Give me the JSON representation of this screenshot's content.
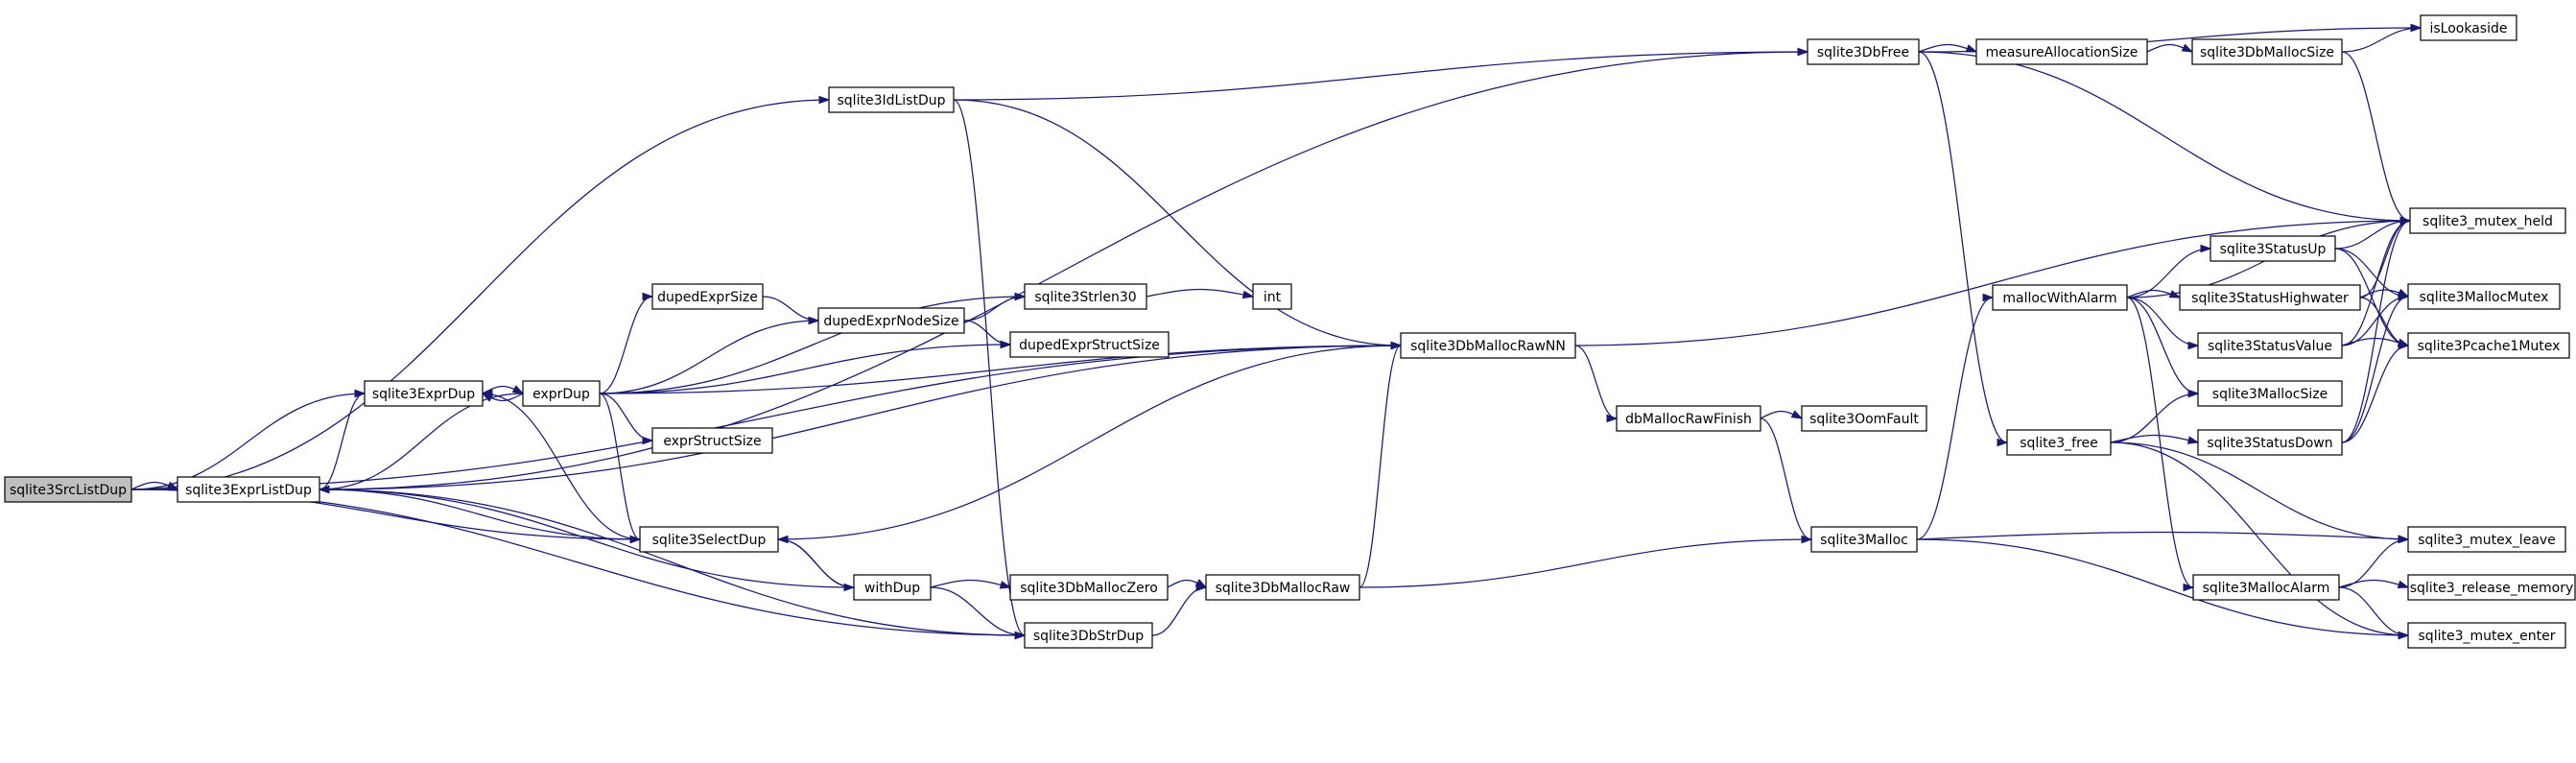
{
  "diagram": {
    "nodes": [
      {
        "id": "sqlite3SrcListDup",
        "label": "sqlite3SrcListDup",
        "root": true
      },
      {
        "id": "sqlite3ExprListDup",
        "label": "sqlite3ExprListDup"
      },
      {
        "id": "sqlite3ExprDup",
        "label": "sqlite3ExprDup"
      },
      {
        "id": "exprDup",
        "label": "exprDup"
      },
      {
        "id": "dupedExprSize",
        "label": "dupedExprSize"
      },
      {
        "id": "dupedExprNodeSize",
        "label": "dupedExprNodeSize"
      },
      {
        "id": "sqlite3Strlen30",
        "label": "sqlite3Strlen30"
      },
      {
        "id": "int",
        "label": "int"
      },
      {
        "id": "dupedExprStructSize",
        "label": "dupedExprStructSize"
      },
      {
        "id": "exprStructSize",
        "label": "exprStructSize"
      },
      {
        "id": "sqlite3SelectDup",
        "label": "sqlite3SelectDup"
      },
      {
        "id": "withDup",
        "label": "withDup"
      },
      {
        "id": "sqlite3DbMallocZero",
        "label": "sqlite3DbMallocZero"
      },
      {
        "id": "sqlite3DbStrDup",
        "label": "sqlite3DbStrDup"
      },
      {
        "id": "sqlite3DbMallocRaw",
        "label": "sqlite3DbMallocRaw"
      },
      {
        "id": "sqlite3IdListDup",
        "label": "sqlite3IdListDup"
      },
      {
        "id": "sqlite3DbMallocRawNN",
        "label": "sqlite3DbMallocRawNN"
      },
      {
        "id": "dbMallocRawFinish",
        "label": "dbMallocRawFinish"
      },
      {
        "id": "sqlite3OomFault",
        "label": "sqlite3OomFault"
      },
      {
        "id": "sqlite3Malloc",
        "label": "sqlite3Malloc"
      },
      {
        "id": "sqlite3DbFree",
        "label": "sqlite3DbFree"
      },
      {
        "id": "measureAllocationSize",
        "label": "measureAllocationSize"
      },
      {
        "id": "sqlite3DbMallocSize",
        "label": "sqlite3DbMallocSize"
      },
      {
        "id": "isLookaside",
        "label": "isLookaside"
      },
      {
        "id": "mallocWithAlarm",
        "label": "mallocWithAlarm"
      },
      {
        "id": "sqlite3_free",
        "label": "sqlite3_free"
      },
      {
        "id": "sqlite3StatusUp",
        "label": "sqlite3StatusUp"
      },
      {
        "id": "sqlite3StatusHighwater",
        "label": "sqlite3StatusHighwater"
      },
      {
        "id": "sqlite3StatusValue",
        "label": "sqlite3StatusValue"
      },
      {
        "id": "sqlite3MallocSize",
        "label": "sqlite3MallocSize"
      },
      {
        "id": "sqlite3StatusDown",
        "label": "sqlite3StatusDown"
      },
      {
        "id": "sqlite3MallocAlarm",
        "label": "sqlite3MallocAlarm"
      },
      {
        "id": "sqlite3_mutex_held",
        "label": "sqlite3_mutex_held"
      },
      {
        "id": "sqlite3MallocMutex",
        "label": "sqlite3MallocMutex"
      },
      {
        "id": "sqlite3Pcache1Mutex",
        "label": "sqlite3Pcache1Mutex"
      },
      {
        "id": "sqlite3_mutex_leave",
        "label": "sqlite3_mutex_leave"
      },
      {
        "id": "sqlite3_release_memory",
        "label": "sqlite3_release_memory"
      },
      {
        "id": "sqlite3_mutex_enter",
        "label": "sqlite3_mutex_enter"
      }
    ],
    "edges": [
      [
        "sqlite3SrcListDup",
        "sqlite3ExprListDup"
      ],
      [
        "sqlite3SrcListDup",
        "sqlite3ExprDup"
      ],
      [
        "sqlite3SrcListDup",
        "sqlite3IdListDup"
      ],
      [
        "sqlite3SrcListDup",
        "sqlite3DbMallocRawNN"
      ],
      [
        "sqlite3SrcListDup",
        "sqlite3SelectDup"
      ],
      [
        "sqlite3SrcListDup",
        "sqlite3DbStrDup"
      ],
      [
        "sqlite3ExprListDup",
        "sqlite3ExprDup"
      ],
      [
        "sqlite3ExprListDup",
        "sqlite3DbFree"
      ],
      [
        "sqlite3ExprListDup",
        "sqlite3DbMallocRawNN"
      ],
      [
        "sqlite3ExprListDup",
        "sqlite3DbStrDup"
      ],
      [
        "sqlite3ExprDup",
        "exprDup"
      ],
      [
        "exprDup",
        "sqlite3ExprDup"
      ],
      [
        "exprDup",
        "sqlite3ExprListDup"
      ],
      [
        "exprDup",
        "dupedExprSize"
      ],
      [
        "exprDup",
        "dupedExprNodeSize"
      ],
      [
        "exprDup",
        "sqlite3Strlen30"
      ],
      [
        "exprDup",
        "dupedExprStructSize"
      ],
      [
        "exprDup",
        "exprStructSize"
      ],
      [
        "exprDup",
        "sqlite3DbMallocRawNN"
      ],
      [
        "exprDup",
        "sqlite3SelectDup"
      ],
      [
        "dupedExprSize",
        "dupedExprNodeSize"
      ],
      [
        "dupedExprNodeSize",
        "sqlite3Strlen30"
      ],
      [
        "dupedExprNodeSize",
        "dupedExprStructSize"
      ],
      [
        "sqlite3Strlen30",
        "int"
      ],
      [
        "sqlite3SelectDup",
        "sqlite3ExprDup"
      ],
      [
        "sqlite3SelectDup",
        "sqlite3ExprListDup"
      ],
      [
        "sqlite3SelectDup",
        "withDup"
      ],
      [
        "sqlite3SelectDup",
        "sqlite3DbMallocRawNN"
      ],
      [
        "withDup",
        "sqlite3SelectDup"
      ],
      [
        "withDup",
        "sqlite3ExprListDup"
      ],
      [
        "withDup",
        "sqlite3DbMallocZero"
      ],
      [
        "withDup",
        "sqlite3DbStrDup"
      ],
      [
        "sqlite3DbMallocZero",
        "sqlite3DbMallocRaw"
      ],
      [
        "sqlite3DbStrDup",
        "sqlite3DbMallocRaw"
      ],
      [
        "sqlite3DbMallocRaw",
        "sqlite3DbMallocRawNN"
      ],
      [
        "sqlite3DbMallocRaw",
        "sqlite3Malloc"
      ],
      [
        "sqlite3IdListDup",
        "sqlite3DbFree"
      ],
      [
        "sqlite3IdListDup",
        "sqlite3DbMallocRawNN"
      ],
      [
        "sqlite3IdListDup",
        "sqlite3DbStrDup"
      ],
      [
        "sqlite3DbMallocRawNN",
        "sqlite3_mutex_held"
      ],
      [
        "sqlite3DbMallocRawNN",
        "dbMallocRawFinish"
      ],
      [
        "dbMallocRawFinish",
        "sqlite3OomFault"
      ],
      [
        "dbMallocRawFinish",
        "sqlite3Malloc"
      ],
      [
        "sqlite3Malloc",
        "mallocWithAlarm"
      ],
      [
        "sqlite3Malloc",
        "sqlite3_mutex_leave"
      ],
      [
        "sqlite3Malloc",
        "sqlite3_mutex_enter"
      ],
      [
        "sqlite3DbFree",
        "measureAllocationSize"
      ],
      [
        "sqlite3DbFree",
        "isLookaside"
      ],
      [
        "sqlite3DbFree",
        "sqlite3_mutex_held"
      ],
      [
        "sqlite3DbFree",
        "sqlite3_free"
      ],
      [
        "measureAllocationSize",
        "sqlite3DbMallocSize"
      ],
      [
        "sqlite3DbMallocSize",
        "isLookaside"
      ],
      [
        "sqlite3DbMallocSize",
        "sqlite3_mutex_held"
      ],
      [
        "mallocWithAlarm",
        "sqlite3_mutex_held"
      ],
      [
        "mallocWithAlarm",
        "sqlite3StatusUp"
      ],
      [
        "mallocWithAlarm",
        "sqlite3StatusHighwater"
      ],
      [
        "mallocWithAlarm",
        "sqlite3StatusValue"
      ],
      [
        "mallocWithAlarm",
        "sqlite3MallocSize"
      ],
      [
        "mallocWithAlarm",
        "sqlite3MallocAlarm"
      ],
      [
        "sqlite3_free",
        "sqlite3MallocSize"
      ],
      [
        "sqlite3_free",
        "sqlite3StatusDown"
      ],
      [
        "sqlite3_free",
        "sqlite3_mutex_leave"
      ],
      [
        "sqlite3_free",
        "sqlite3_mutex_enter"
      ],
      [
        "sqlite3StatusUp",
        "sqlite3_mutex_held"
      ],
      [
        "sqlite3StatusUp",
        "sqlite3MallocMutex"
      ],
      [
        "sqlite3StatusUp",
        "sqlite3Pcache1Mutex"
      ],
      [
        "sqlite3StatusHighwater",
        "sqlite3_mutex_held"
      ],
      [
        "sqlite3StatusHighwater",
        "sqlite3MallocMutex"
      ],
      [
        "sqlite3StatusHighwater",
        "sqlite3Pcache1Mutex"
      ],
      [
        "sqlite3StatusValue",
        "sqlite3_mutex_held"
      ],
      [
        "sqlite3StatusValue",
        "sqlite3MallocMutex"
      ],
      [
        "sqlite3StatusValue",
        "sqlite3Pcache1Mutex"
      ],
      [
        "sqlite3StatusDown",
        "sqlite3_mutex_held"
      ],
      [
        "sqlite3StatusDown",
        "sqlite3MallocMutex"
      ],
      [
        "sqlite3StatusDown",
        "sqlite3Pcache1Mutex"
      ],
      [
        "sqlite3MallocAlarm",
        "sqlite3_mutex_leave"
      ],
      [
        "sqlite3MallocAlarm",
        "sqlite3_release_memory"
      ],
      [
        "sqlite3MallocAlarm",
        "sqlite3_mutex_enter"
      ]
    ]
  }
}
